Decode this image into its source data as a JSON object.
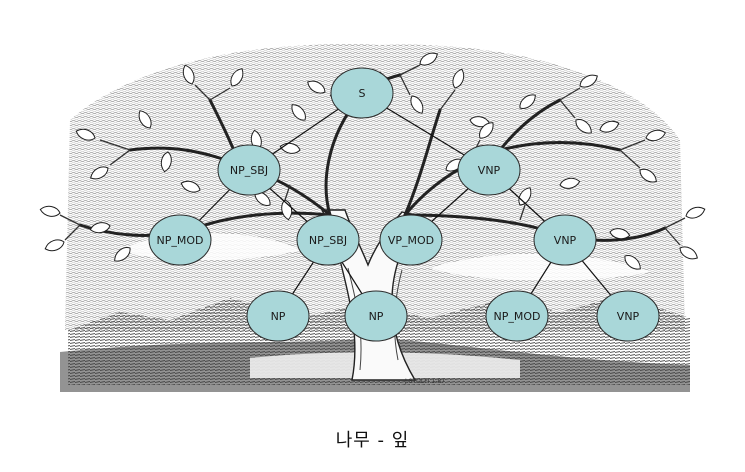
{
  "colors": {
    "node_fill": "#a9d7d9",
    "node_stroke": "#2b2b2b",
    "edge": "#111111",
    "sky_ink": "#8e8e8e",
    "tree_ink": "#222222"
  },
  "nodes": [
    {
      "id": "s",
      "label": "S"
    },
    {
      "id": "np_sbj_1",
      "label": "NP_SBJ"
    },
    {
      "id": "vnp_1",
      "label": "VNP"
    },
    {
      "id": "np_mod_1",
      "label": "NP_MOD"
    },
    {
      "id": "np_sbj_2",
      "label": "NP_SBJ"
    },
    {
      "id": "vp_mod",
      "label": "VP_MOD"
    },
    {
      "id": "vnp_2",
      "label": "VNP"
    },
    {
      "id": "np_1",
      "label": "NP"
    },
    {
      "id": "np_2",
      "label": "NP"
    },
    {
      "id": "np_mod_2",
      "label": "NP_MOD"
    },
    {
      "id": "vnp_3",
      "label": "VNP"
    }
  ],
  "edges": [
    [
      "s",
      "np_sbj_1"
    ],
    [
      "s",
      "vnp_1"
    ],
    [
      "np_sbj_1",
      "np_mod_1"
    ],
    [
      "np_sbj_1",
      "np_sbj_2"
    ],
    [
      "np_sbj_2",
      "np_1"
    ],
    [
      "np_sbj_2",
      "np_2"
    ],
    [
      "vnp_1",
      "vp_mod"
    ],
    [
      "vnp_1",
      "vnp_2"
    ],
    [
      "vnp_2",
      "np_mod_2"
    ],
    [
      "vnp_2",
      "vnp_3"
    ]
  ],
  "watermark": "J.STOLFI 1-87",
  "caption": "나무 - 잎"
}
